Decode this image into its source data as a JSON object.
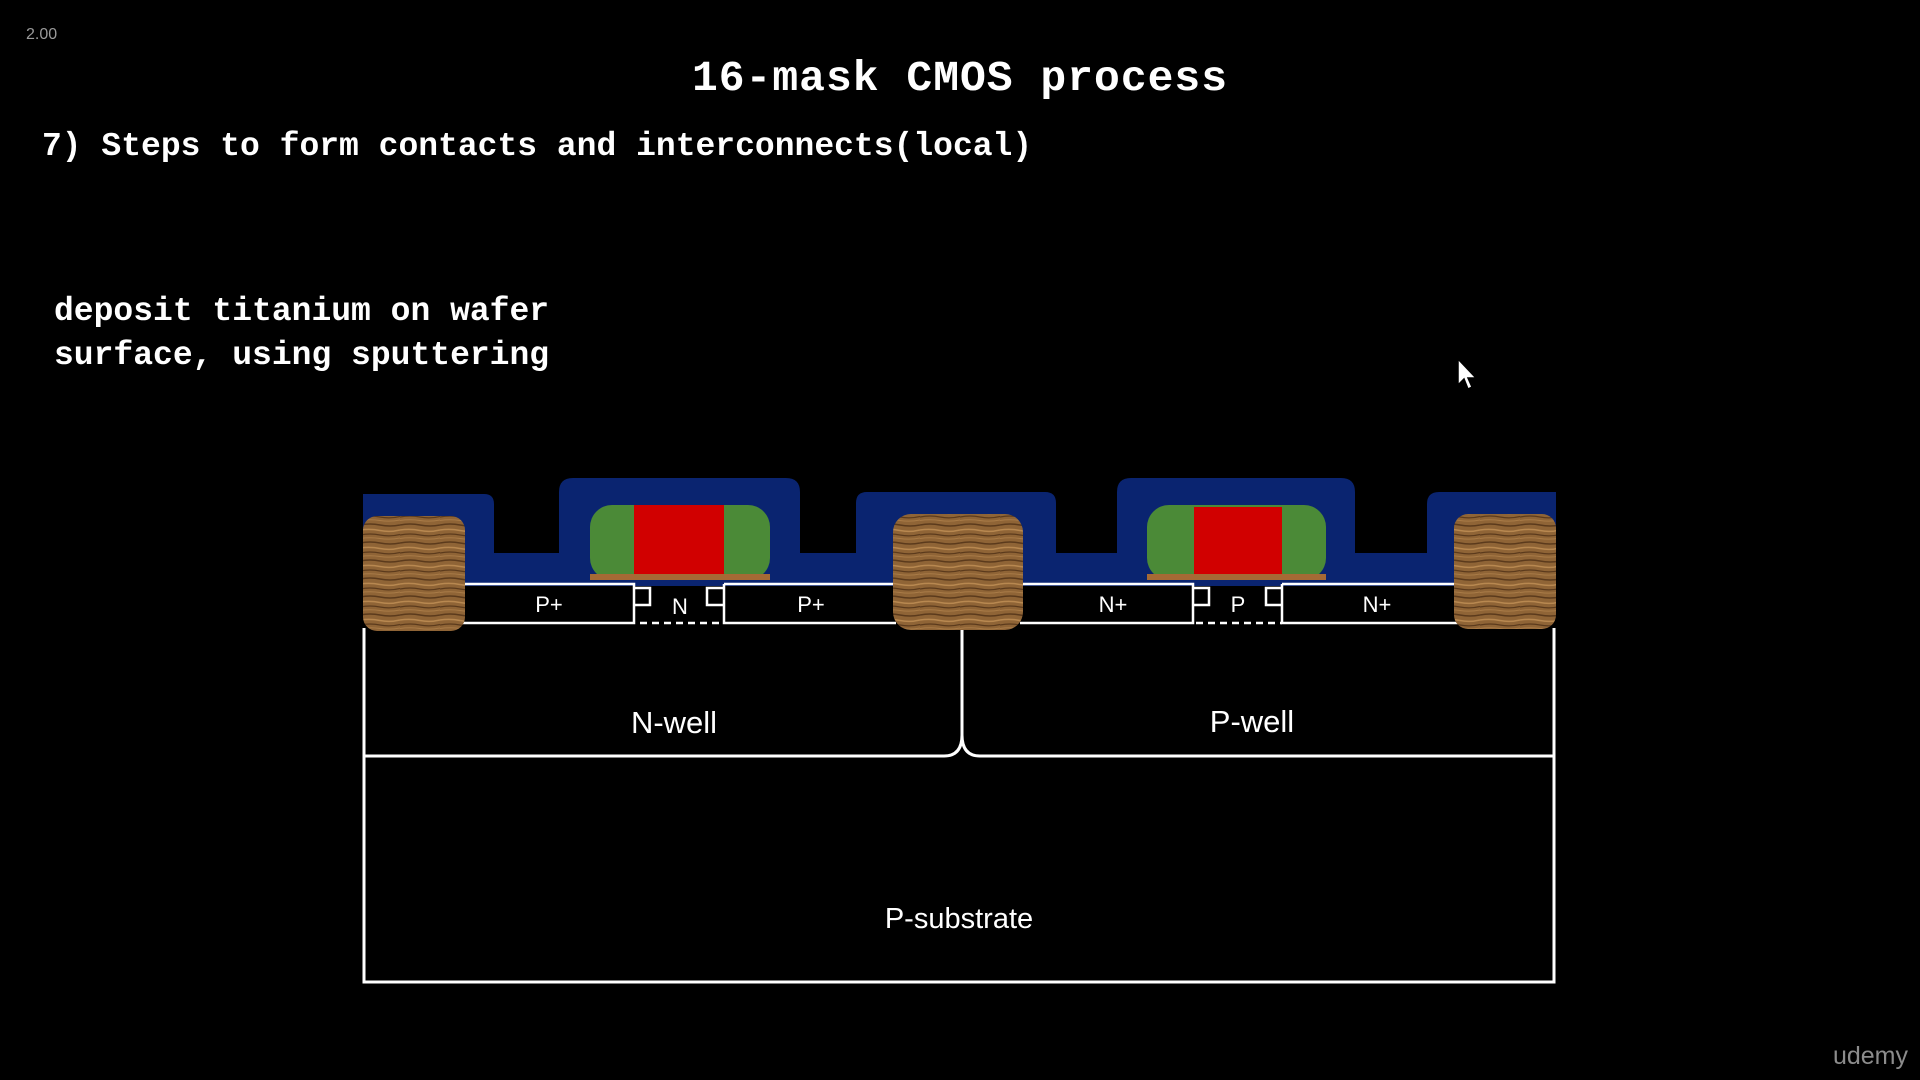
{
  "playback": {
    "speed": "2.00"
  },
  "slide": {
    "title": "16-mask CMOS process",
    "step": "7) Steps to form contacts and interconnects(local)",
    "description_lines": [
      "deposit titanium on wafer",
      "surface, using sputtering"
    ]
  },
  "diagram": {
    "regions": {
      "pmos_source": "P+",
      "pmos_channel": "N",
      "pmos_drain": "P+",
      "nmos_source": "N+",
      "nmos_channel": "P",
      "nmos_drain": "N+",
      "nwell": "N-well",
      "pwell": "P-well",
      "substrate": "P-substrate"
    },
    "colors": {
      "titanium": "#0a2470",
      "poly_gate": "#d10000",
      "spacer": "#4b8a37",
      "field_oxide": "#8f6436",
      "outline": "#ffffff"
    }
  },
  "branding": {
    "logo": "udemy"
  },
  "icons": {
    "cursor": "mouse-pointer-icon"
  }
}
